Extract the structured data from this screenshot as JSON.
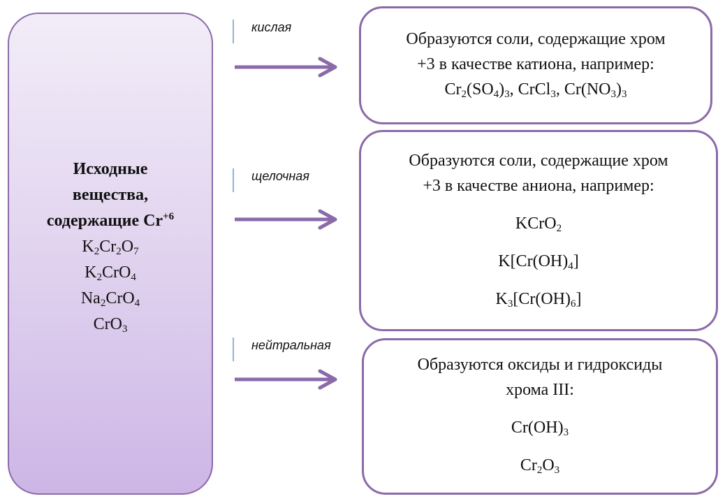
{
  "source": {
    "title_lines": [
      "Исходные",
      "вещества,",
      "содержащие Cr"
    ],
    "title_superscript": "+6",
    "compounds": [
      {
        "parts": [
          "K",
          "2",
          "Cr",
          "2",
          "O",
          "7"
        ]
      },
      {
        "parts": [
          "K",
          "2",
          "CrO",
          "4"
        ]
      },
      {
        "parts": [
          "Na",
          "2",
          "CrO",
          "4"
        ]
      },
      {
        "parts": [
          "CrO",
          "3"
        ]
      }
    ]
  },
  "conditions": {
    "acid": "кислая",
    "alkaline": "щелочная",
    "neutral": "нейтральная"
  },
  "results": {
    "acid": {
      "lines": [
        "Образуются соли, содержащие хром",
        "+3 в качестве катиона, например:"
      ],
      "formula_parts": [
        "Cr",
        "2",
        "(SO",
        "4",
        ")",
        "3",
        ", CrCl",
        "3",
        ", Cr(NO",
        "3",
        ")",
        "3"
      ]
    },
    "alkaline": {
      "lines": [
        "Образуются соли, содержащие хром",
        "+3 в качестве аниона, например:"
      ],
      "formulas": [
        {
          "parts": [
            "KCrO",
            "2"
          ]
        },
        {
          "parts": [
            "K[Cr(OH)",
            "4",
            "]"
          ]
        },
        {
          "parts": [
            "K",
            "3",
            "[Cr(OH)",
            "6",
            "]"
          ]
        }
      ]
    },
    "neutral": {
      "lines": [
        "Образуются оксиды и гидроксиды",
        "хрома III:"
      ],
      "formulas": [
        {
          "parts": [
            "Cr(OH)",
            "3"
          ]
        },
        {
          "parts": [
            "Cr",
            "2",
            "O",
            "3"
          ]
        }
      ]
    }
  },
  "colors": {
    "box_border": "#8a6aa8",
    "arrow": "#8a6aa8",
    "label_rule": "#8db3d8",
    "gradient_top": "#f2edf8",
    "gradient_bottom": "#cdb6e6"
  }
}
